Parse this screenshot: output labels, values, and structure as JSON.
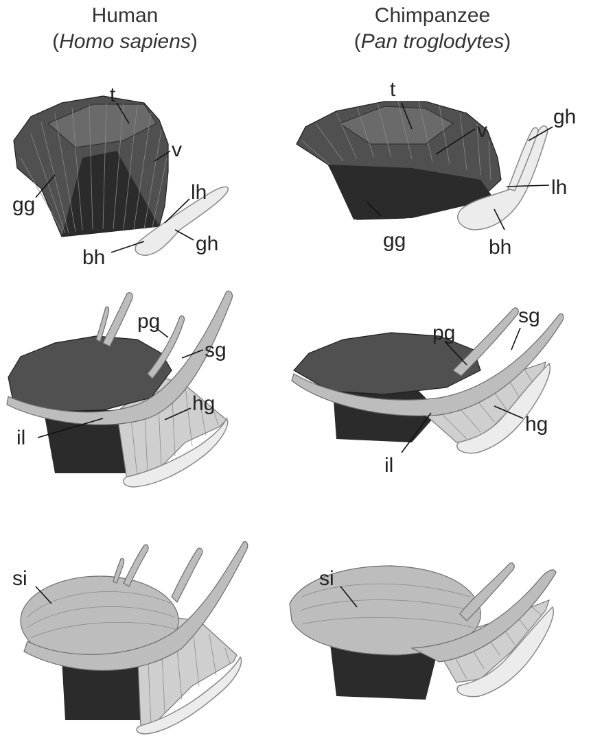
{
  "columns": [
    {
      "name": "Human",
      "species_open": "(",
      "species": "Homo sapiens",
      "species_close": ")"
    },
    {
      "name": "Chimpanzee",
      "species_open": "(",
      "species": "Pan troglodytes",
      "species_close": ")"
    }
  ],
  "labels": {
    "t": "t",
    "v": "v",
    "gg": "gg",
    "lh": "lh",
    "gh": "gh",
    "bh": "bh",
    "pg": "pg",
    "sg": "sg",
    "hg": "hg",
    "il": "il",
    "si": "si"
  }
}
